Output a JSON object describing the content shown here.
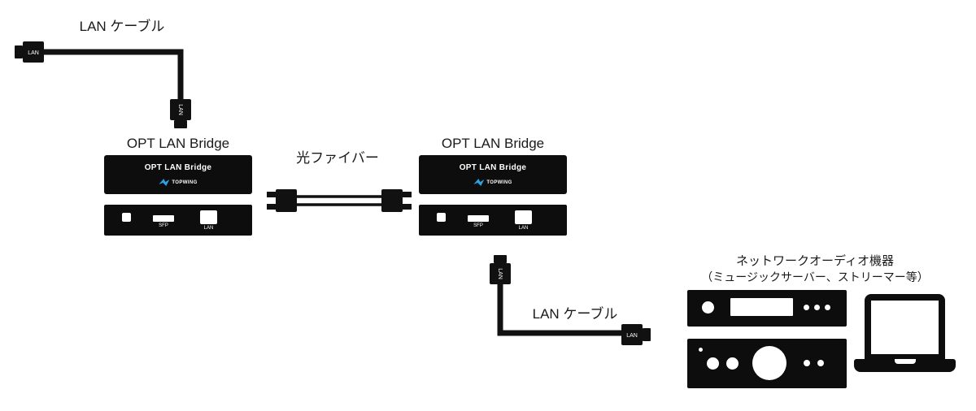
{
  "labels": {
    "lan_cable_top": "LAN ケーブル",
    "lan_cable_bottom": "LAN ケーブル",
    "optical_fiber": "光ファイバー",
    "bridge_left_title": "OPT LAN Bridge",
    "bridge_right_title": "OPT LAN Bridge",
    "audio_heading_line1": "ネットワークオーディオ機器",
    "audio_heading_line2": "（ミュージックサーバー、ストリーマー等）"
  },
  "device": {
    "front_label": "OPT LAN Bridge",
    "logo_text": "TOPWING",
    "ports": {
      "sfp": "SFP",
      "lan": "LAN"
    }
  },
  "connector_label": "LAN",
  "colors": {
    "ink": "#111111",
    "panel": "#0d0d0d",
    "logo_blue": "#2e9fe0",
    "text": "#1a1a1a",
    "background": "#ffffff"
  }
}
